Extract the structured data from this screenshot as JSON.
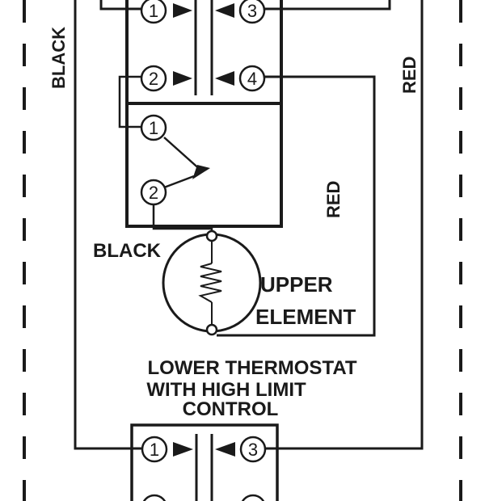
{
  "diagram": {
    "labels": {
      "left_wire": "BLACK",
      "right_wire": "RED",
      "inner_wire": "RED",
      "element_wire": "BLACK",
      "element_line1": "UPPER",
      "element_line2": "ELEMENT",
      "lower_title_line1": "LOWER THERMOSTAT",
      "lower_title_line2": "WITH HIGH LIMIT",
      "lower_title_line3": "CONTROL"
    },
    "upper_thermostat": {
      "terminals": [
        "1",
        "3",
        "2",
        "4"
      ]
    },
    "high_limit": {
      "terminals": [
        "1",
        "2"
      ]
    },
    "lower_thermostat": {
      "terminals": [
        "1",
        "3"
      ]
    },
    "colors": {
      "line": "#1a1a1a",
      "background": "#ffffff"
    }
  }
}
